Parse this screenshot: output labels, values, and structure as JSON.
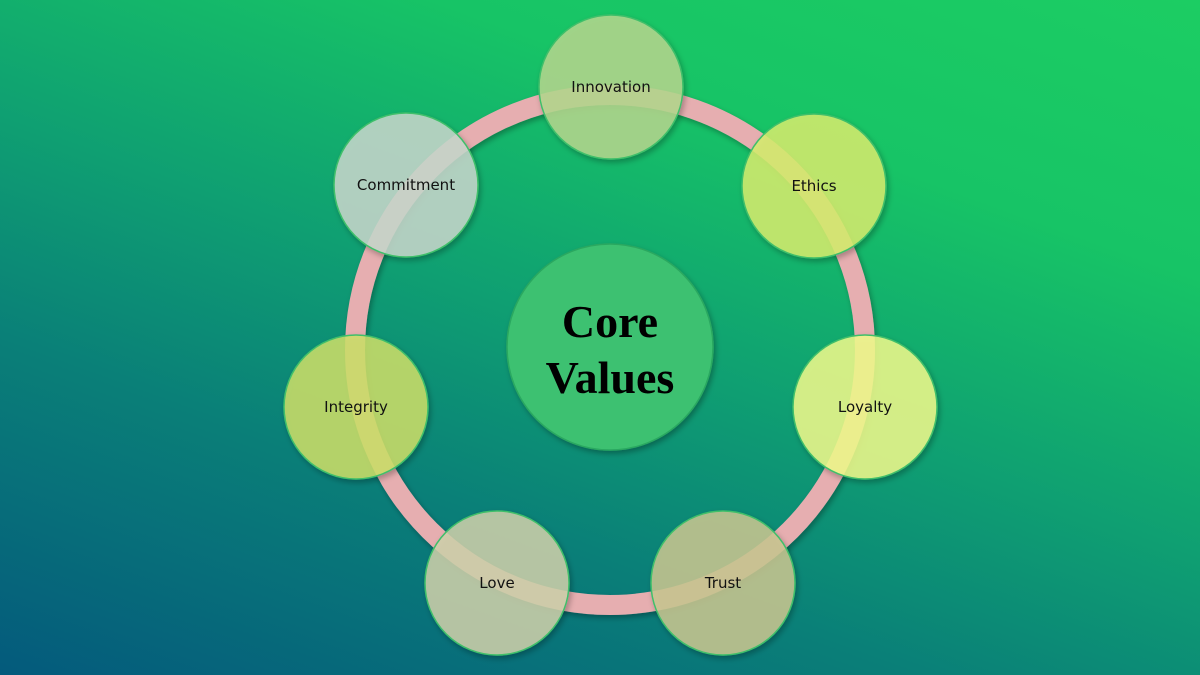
{
  "center": {
    "line1": "Core",
    "line2": "Values",
    "color": "#3dc171"
  },
  "ring_color": "#e6aeb0",
  "values": [
    {
      "label": "Innovation",
      "color": "#b5d88e"
    },
    {
      "label": "Ethics",
      "color": "#d6ee6e"
    },
    {
      "label": "Loyalty",
      "color": "#f0fb8c"
    },
    {
      "label": "Trust",
      "color": "#cac892"
    },
    {
      "label": "Love",
      "color": "#cfd1ab"
    },
    {
      "label": "Integrity",
      "color": "#cde06a"
    },
    {
      "label": "Commitment",
      "color": "#c8d8cc"
    }
  ]
}
